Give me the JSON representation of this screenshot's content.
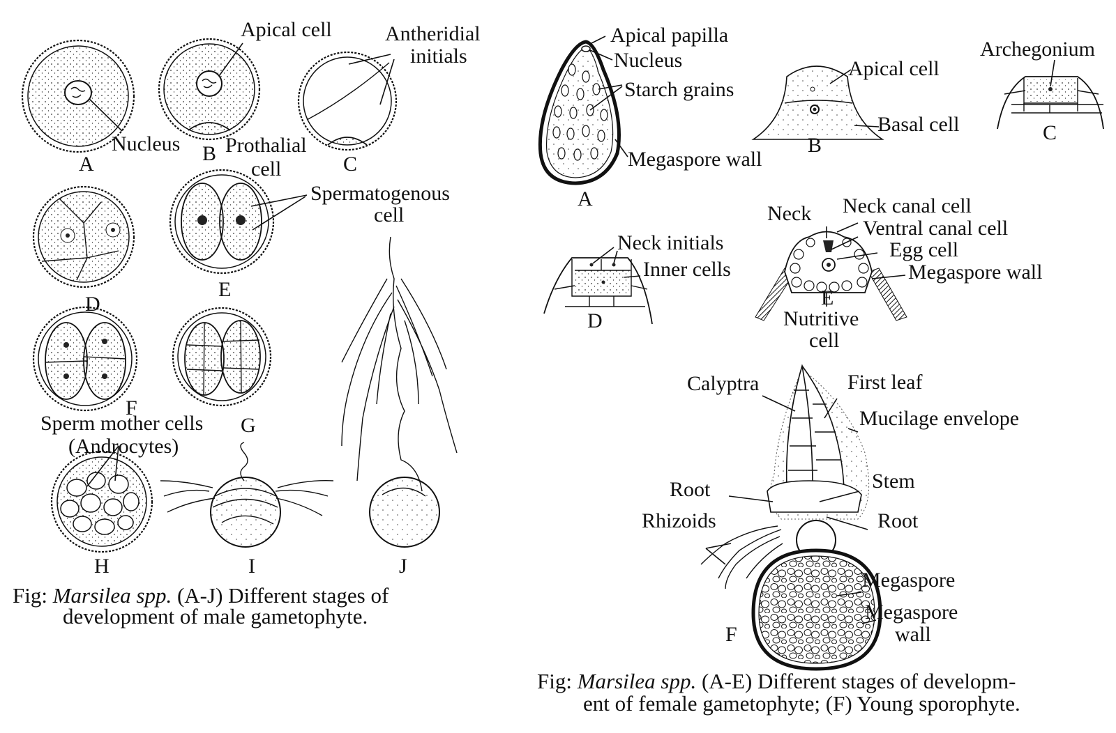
{
  "male_figure": {
    "labels": {
      "apical_cell": "Apical cell",
      "antheridial_line1": "Antheridial",
      "antheridial_line2": "initials",
      "nucleus": "Nucleus",
      "prothalial_line1": "Prothalial",
      "prothalial_line2": "cell",
      "spermatogenous_line1": "Spermatogenous",
      "spermatogenous_line2": "cell",
      "sperm_mother_line1": "Sperm mother cells",
      "sperm_mother_line2": "(Androcytes)"
    },
    "stage_letters": [
      "A",
      "B",
      "C",
      "D",
      "E",
      "F",
      "G",
      "H",
      "I",
      "J"
    ],
    "caption": {
      "prefix": "Fig: ",
      "genus": "Marsilea spp.",
      "line1_rest": " (A-J) Different stages of",
      "line2": "development  of male gametophyte."
    }
  },
  "female_figure": {
    "labels": {
      "apical_papilla": "Apical papilla",
      "nucleus": "Nucleus",
      "starch_grains": "Starch grains",
      "megaspore_wall": "Megaspore wall",
      "apical_cell": "Apical cell",
      "basal_cell": "Basal cell",
      "archegonium": "Archegonium",
      "neck": "Neck",
      "neck_canal_cell": "Neck canal cell",
      "ventral_canal_cell": "Ventral canal cell",
      "egg_cell": "Egg cell",
      "megaspore_wall_e": "Megaspore wall",
      "neck_initials": "Neck initials",
      "inner_cells": "Inner cells",
      "nutritive_line1": "Nutritive",
      "nutritive_line2": "cell",
      "calyptra": "Calyptra",
      "first_leaf": "First leaf",
      "mucilage_envelope": "Mucilage envelope",
      "root_left": "Root",
      "stem": "Stem",
      "root_right": "Root",
      "rhizoids": "Rhizoids",
      "megaspore": "Megaspore",
      "megaspore_wall_f1": "Megaspore",
      "megaspore_wall_f2": "wall"
    },
    "stage_letters": [
      "A",
      "B",
      "C",
      "D",
      "E",
      "F"
    ],
    "caption": {
      "prefix": "Fig: ",
      "genus": "Marsilea spp.",
      "line1_rest": " (A-E) Different stages of developm-",
      "line2": "ent  of female gametophyte; (F) Young sporophyte."
    }
  }
}
